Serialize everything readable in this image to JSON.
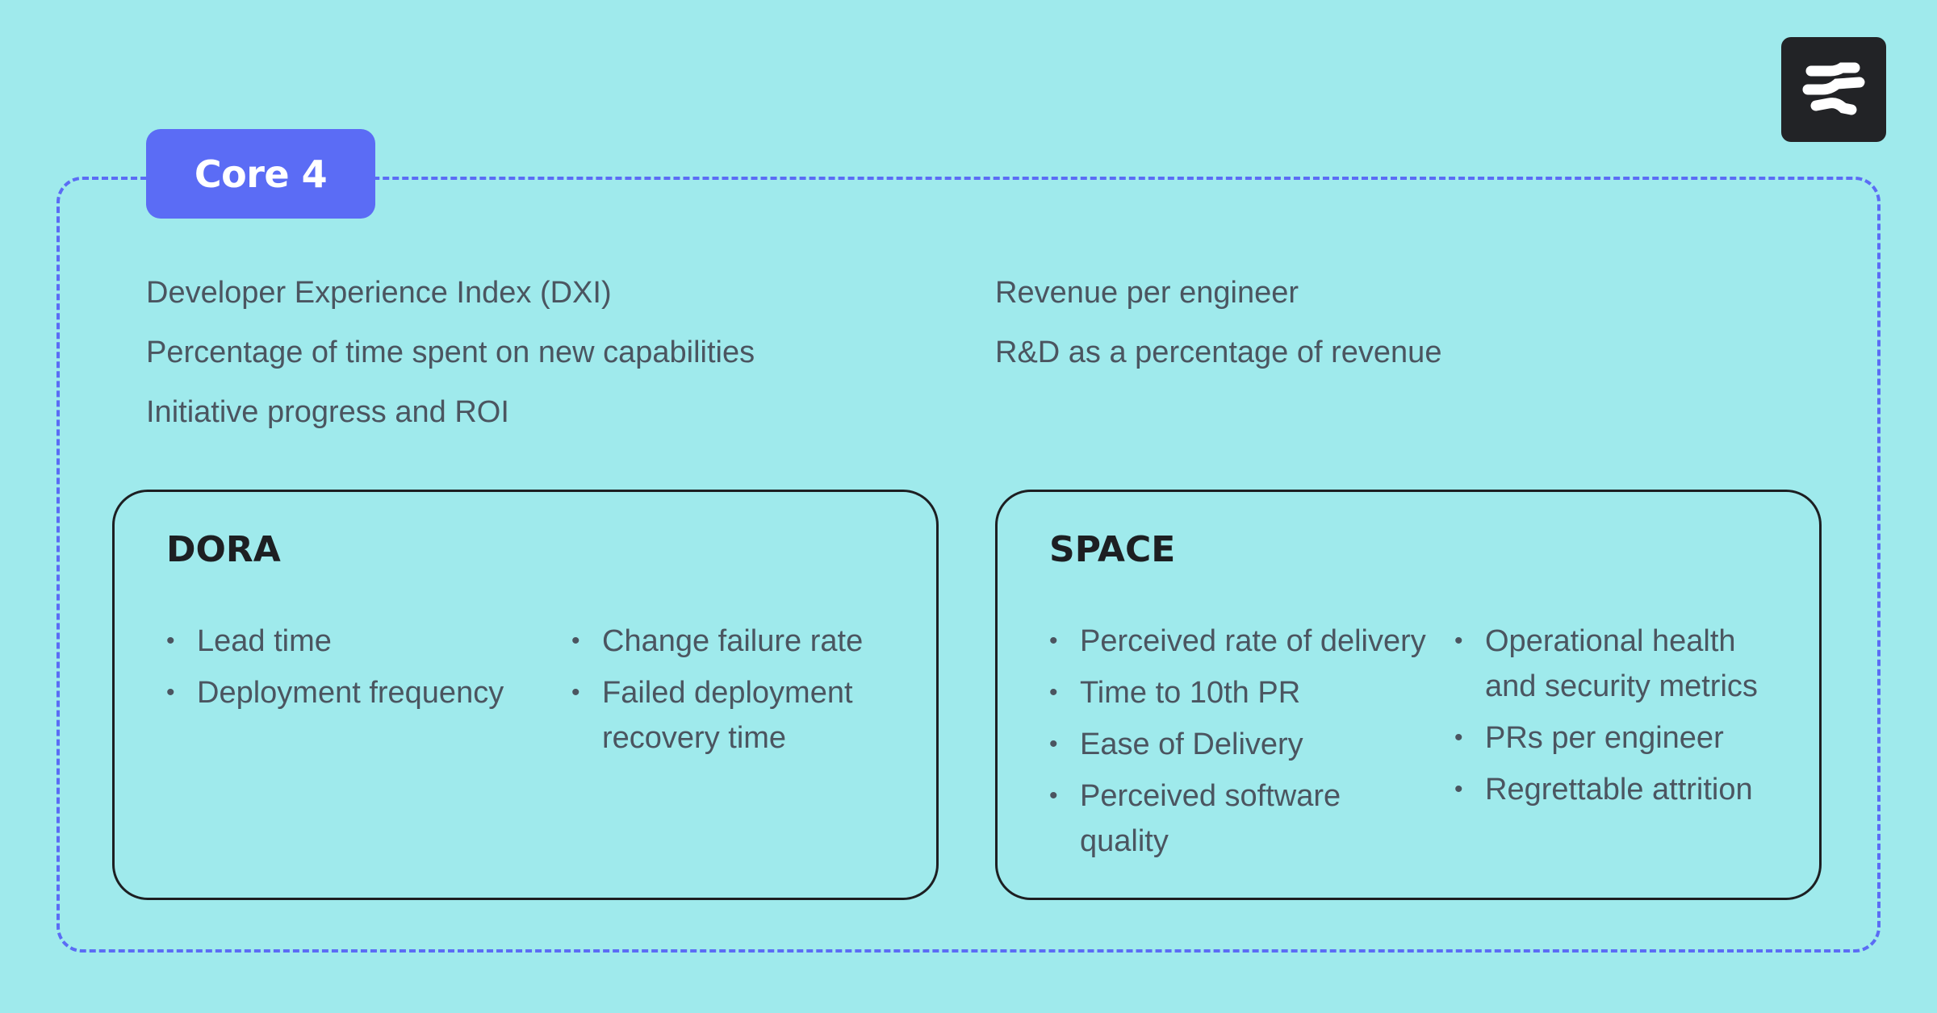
{
  "badge": {
    "label": "Core 4"
  },
  "core_metrics": {
    "left": [
      "Developer Experience Index (DXI)",
      "Percentage of time spent on new capabilities",
      "Initiative progress and ROI"
    ],
    "right": [
      "Revenue per engineer",
      "R&D as a percentage of revenue"
    ]
  },
  "dora": {
    "title": "DORA",
    "col1": [
      "Lead time",
      "Deployment frequency"
    ],
    "col2": [
      "Change failure rate",
      "Failed deployment recovery time"
    ]
  },
  "space": {
    "title": "SPACE",
    "col1": [
      "Perceived rate of delivery",
      "Time to 10th PR",
      "Ease of Delivery",
      "Perceived software quality"
    ],
    "col2": [
      "Operational health and security metrics",
      "PRs per engineer",
      "Regrettable attrition"
    ]
  },
  "bullet_char": "•",
  "colors": {
    "background": "#9feaec",
    "accent": "#5b6cf5",
    "border": "#1d1f22",
    "text": "#4b5560",
    "logo_bg": "#222326"
  },
  "icons": {
    "logo": "brand-logo-icon"
  }
}
